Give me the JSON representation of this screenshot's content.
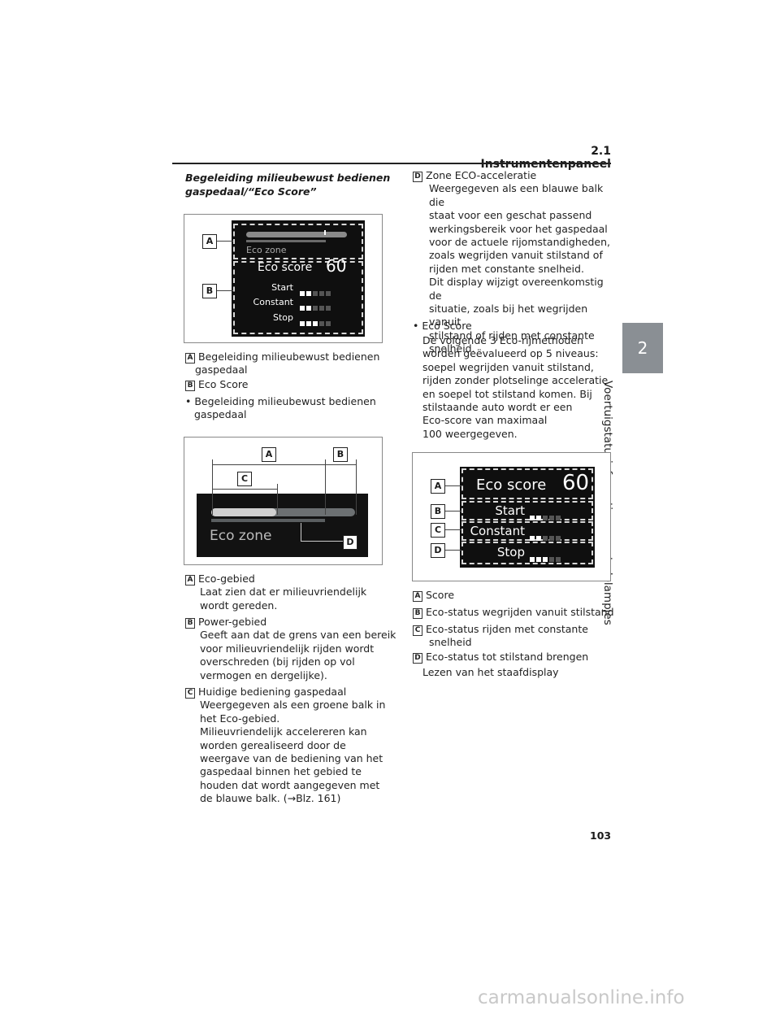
{
  "header": {
    "title": "2.1 Instrumentenpaneel"
  },
  "side_tab": {
    "number": "2",
    "text": "Voertuigstatusinformatie en controlelampjes"
  },
  "section_title_1": "Begeleiding milieubewust bedienen",
  "section_title_2": "gaspedaal/“Eco Score”",
  "fig1": {
    "eco_zone": "Eco zone",
    "eco_score": "Eco score",
    "score": "60",
    "rows": [
      {
        "label": "Start",
        "filled": 2
      },
      {
        "label": "Constant",
        "filled": 2
      },
      {
        "label": "Stop",
        "filled": 3
      }
    ],
    "tags": [
      "A",
      "B"
    ]
  },
  "legend1": [
    {
      "tag": "A",
      "text": "Begeleiding milieubewust bedienen",
      "text2": "gaspedaal"
    },
    {
      "tag": "B",
      "text": "Eco Score"
    }
  ],
  "bullet1": {
    "line1": "• Begeleiding milieubewust bedienen",
    "line2": "gaspedaal"
  },
  "fig2": {
    "eco_zone": "Eco zone",
    "tags": [
      "A",
      "B",
      "C",
      "D"
    ]
  },
  "legend2": [
    {
      "tag": "A",
      "title": "Eco-gebied",
      "lines": [
        "Laat zien dat er milieuvriendelijk",
        "wordt gereden."
      ]
    },
    {
      "tag": "B",
      "title": "Power-gebied",
      "lines": [
        "Geeft aan dat de grens van een bereik",
        "voor milieuvriendelijk rijden wordt",
        "overschreden (bij rijden op vol",
        "vermogen en dergelijke)."
      ]
    },
    {
      "tag": "C",
      "title": "Huidige bediening gaspedaal",
      "lines": [
        "Weergegeven als een groene balk in",
        "het Eco-gebied.",
        "Milieuvriendelijk accelereren kan",
        "worden gerealiseerd door de",
        "weergave van de bediening van het",
        "gaspedaal binnen het gebied te",
        "houden dat wordt aangegeven met",
        "de blauwe balk. (→Blz. 161)"
      ]
    }
  ],
  "legend_d": {
    "tag": "D",
    "title": "Zone ECO-acceleratie",
    "lines": [
      "Weergegeven als een blauwe balk die",
      "staat voor een geschat passend",
      "werkingsbereik voor het gaspedaal",
      "voor de actuele rijomstandigheden,",
      "zoals wegrijden vanuit stilstand of",
      "rijden met constante snelheid.",
      "Dit display wijzigt overeenkomstig de",
      "situatie, zoals bij het wegrijden vanuit",
      "stilstand of rijden met constante",
      "snelheid."
    ]
  },
  "bullet2": {
    "title": "• Eco Score",
    "lines": [
      "De volgende 3 Eco-rijmethoden",
      "worden geëvalueerd op 5 niveaus:",
      "soepel wegrijden vanuit stilstand,",
      "rijden zonder plotselinge acceleratie",
      "en soepel tot stilstand komen. Bij",
      "stilstaande auto wordt er een",
      "Eco-score van maximaal",
      "100 weergegeven."
    ]
  },
  "fig3": {
    "eco_score": "Eco score",
    "score": "60",
    "rows": [
      {
        "label": "Start",
        "filled": 2
      },
      {
        "label": "Constant",
        "filled": 2
      },
      {
        "label": "Stop",
        "filled": 3
      }
    ],
    "tags": [
      "A",
      "B",
      "C",
      "D"
    ]
  },
  "legend3": [
    {
      "tag": "A",
      "text": "Score"
    },
    {
      "tag": "B",
      "text": "Eco-status wegrijden vanuit stilstand"
    },
    {
      "tag": "C",
      "text": "Eco-status rijden met constante",
      "text2": "snelheid"
    },
    {
      "tag": "D",
      "text": "Eco-status tot stilstand brengen"
    }
  ],
  "footer_line": "Lezen van het staafdisplay",
  "page_number": "103",
  "watermark": "carmanualsonline.info"
}
